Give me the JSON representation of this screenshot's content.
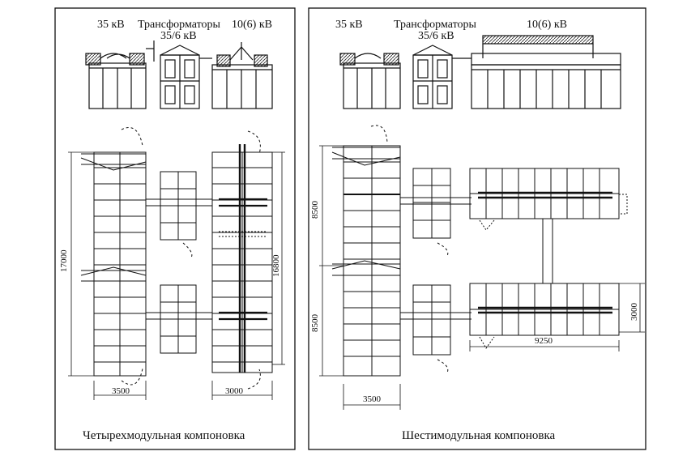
{
  "panels": [
    {
      "id": "four",
      "top_labels": {
        "hv": "35 кВ",
        "transformers": "Трансформаторы",
        "transformer_rating": "35/6 кВ",
        "lv": "10(6) кВ"
      },
      "dimensions": {
        "height_total": "17000",
        "height_right": "16800",
        "width_left": "3500",
        "width_right": "3000"
      },
      "caption": "Четырехмодульная компоновка"
    },
    {
      "id": "six",
      "top_labels": {
        "hv": "35 кВ",
        "transformers": "Трансформаторы",
        "transformer_rating": "35/6 кВ",
        "lv": "10(6) кВ"
      },
      "dimensions": {
        "height_upper": "8500",
        "height_lower": "8500",
        "width_left": "3500",
        "width_bus": "9250",
        "height_module": "3000"
      },
      "caption": "Шестимодульная компоновка"
    }
  ]
}
